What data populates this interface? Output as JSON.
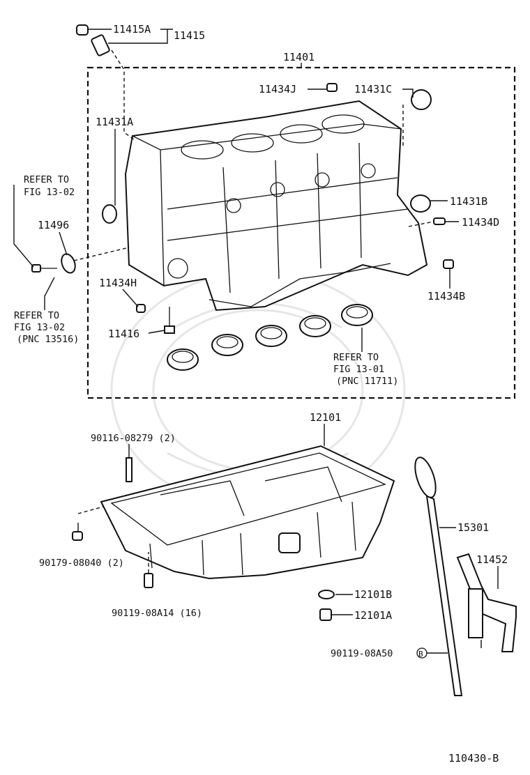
{
  "labels": {
    "p11415A": "11415A",
    "p11415": "11415",
    "p11401": "11401",
    "p11434J": "11434J",
    "p11431C": "11431C",
    "p11431A": "11431A",
    "refer1_a": "REFER TO",
    "refer1_b": "FIG 13-02",
    "p11496": "11496",
    "p11431B": "11431B",
    "p11434D": "11434D",
    "p11434H": "11434H",
    "p11434B": "11434B",
    "refer2_a": "REFER TO",
    "refer2_b": "FIG 13-02",
    "refer2_c": "(PNC 13516)",
    "p11416": "11416",
    "refer3_a": "REFER TO",
    "refer3_b": "FIG 13-01",
    "refer3_c": "(PNC 11711)",
    "p12101": "12101",
    "p90116": "90116-08279 (2)",
    "p15301": "15301",
    "p11452": "11452",
    "p90179": "90179-08040 (2)",
    "p12101B": "12101B",
    "p90119a": "90119-08A14 (16)",
    "p12101A": "12101A",
    "p90119b": "90119-08A50",
    "circleB": "B",
    "fig_code": "110430-B"
  }
}
